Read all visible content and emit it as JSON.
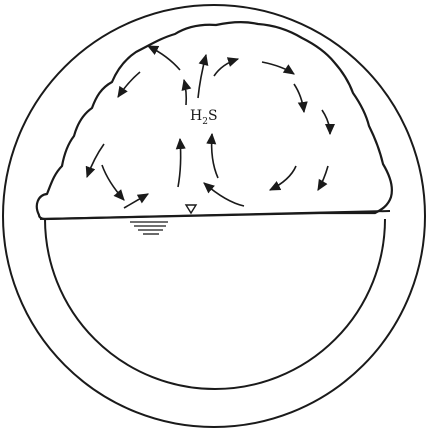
{
  "diagram": {
    "gas_label": {
      "main": "H",
      "subscript": "2",
      "suffix": "S"
    },
    "colors": {
      "ink": "#1a1a1a",
      "background": "#ffffff"
    }
  }
}
